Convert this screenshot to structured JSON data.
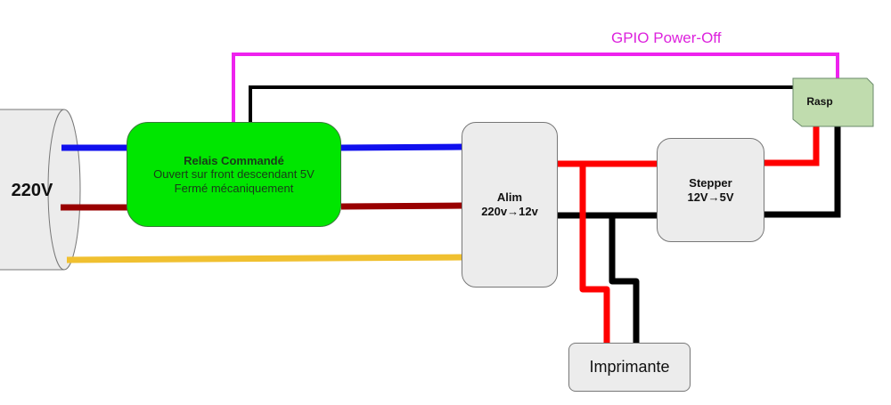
{
  "diagram": {
    "title": "Raspberry Pi power-off wiring",
    "colors": {
      "phase_wire": "#1010ee",
      "neutral_wire": "#990000",
      "earth_wire": "#f0c030",
      "plus_12v_wire": "#ff0000",
      "ground_wire": "#000000",
      "gpio_wire": "#ee22ee",
      "relais_fill": "#00e600",
      "rasp_fill": "#c0dcae",
      "box_fill": "#ececec"
    },
    "nodes": {
      "source": {
        "label": "220V"
      },
      "relais": {
        "title": "Relais Commandé",
        "line1": "Ouvert sur front descendant 5V",
        "line2": "Fermé mécaniquement"
      },
      "alim": {
        "title": "Alim",
        "subtitle": "220v→12v"
      },
      "stepper": {
        "title": "Stepper",
        "subtitle": "12V→5V"
      },
      "rasp": {
        "label": "Rasp"
      },
      "imprimante": {
        "label": "Imprimante"
      }
    },
    "annotations": {
      "gpio": "GPIO Power-Off"
    },
    "edges": [
      {
        "from": "source",
        "to": "relais",
        "wire": "phase"
      },
      {
        "from": "source",
        "to": "relais",
        "wire": "neutral"
      },
      {
        "from": "relais",
        "to": "alim",
        "wire": "phase"
      },
      {
        "from": "relais",
        "to": "alim",
        "wire": "neutral"
      },
      {
        "from": "source",
        "to": "alim",
        "wire": "earth"
      },
      {
        "from": "alim",
        "to": "stepper",
        "wire": "plus_12v"
      },
      {
        "from": "alim",
        "to": "stepper",
        "wire": "ground"
      },
      {
        "from": "alim",
        "to": "imprimante",
        "wire": "plus_12v"
      },
      {
        "from": "alim",
        "to": "imprimante",
        "wire": "ground"
      },
      {
        "from": "stepper",
        "to": "rasp",
        "wire": "plus_5v"
      },
      {
        "from": "stepper",
        "to": "rasp",
        "wire": "ground"
      },
      {
        "from": "rasp",
        "to": "relais",
        "wire": "gpio"
      },
      {
        "from": "rasp",
        "to": "relais",
        "wire": "ground"
      }
    ]
  }
}
